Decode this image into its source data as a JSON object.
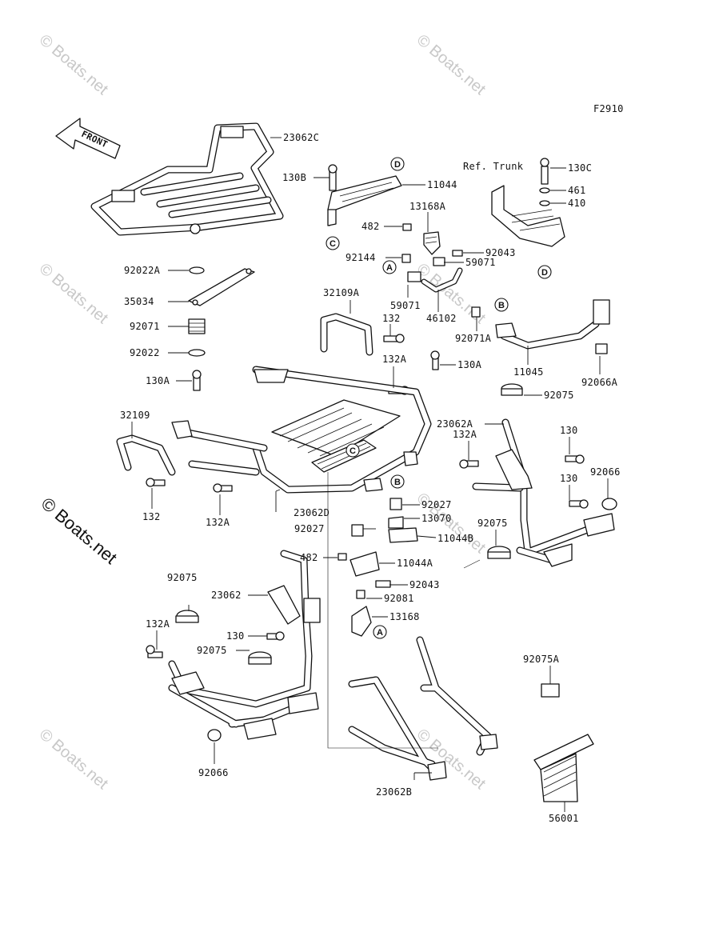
{
  "figure_code": "F2910",
  "front_arrow": "FRONT",
  "ref_trunk": "Ref. Trunk",
  "watermark": "© Boats.net",
  "parts": [
    {
      "id": "p23062C",
      "label": "23062C"
    },
    {
      "id": "p130B",
      "label": "130B"
    },
    {
      "id": "p11044",
      "label": "11044"
    },
    {
      "id": "p130C",
      "label": "130C"
    },
    {
      "id": "p461",
      "label": "461"
    },
    {
      "id": "p410",
      "label": "410"
    },
    {
      "id": "p13168A",
      "label": "13168A"
    },
    {
      "id": "p482a",
      "label": "482"
    },
    {
      "id": "p92043a",
      "label": "92043"
    },
    {
      "id": "p92144",
      "label": "92144"
    },
    {
      "id": "p59071a",
      "label": "59071"
    },
    {
      "id": "p92022A",
      "label": "92022A"
    },
    {
      "id": "p35034",
      "label": "35034"
    },
    {
      "id": "p32109A",
      "label": "32109A"
    },
    {
      "id": "p59071b",
      "label": "59071"
    },
    {
      "id": "p46102",
      "label": "46102"
    },
    {
      "id": "p92071",
      "label": "92071"
    },
    {
      "id": "p132a",
      "label": "132"
    },
    {
      "id": "p92071A",
      "label": "92071A"
    },
    {
      "id": "p92022",
      "label": "92022"
    },
    {
      "id": "p11045",
      "label": "11045"
    },
    {
      "id": "p132Aa",
      "label": "132A"
    },
    {
      "id": "p130Aa",
      "label": "130A"
    },
    {
      "id": "p92066A",
      "label": "92066A"
    },
    {
      "id": "p130Ab",
      "label": "130A"
    },
    {
      "id": "p92075a",
      "label": "92075"
    },
    {
      "id": "p32109",
      "label": "32109"
    },
    {
      "id": "p23062A",
      "label": "23062A"
    },
    {
      "id": "p132Ab",
      "label": "132A"
    },
    {
      "id": "p130a",
      "label": "130"
    },
    {
      "id": "p130b",
      "label": "130"
    },
    {
      "id": "p92066a",
      "label": "92066"
    },
    {
      "id": "p132b",
      "label": "132"
    },
    {
      "id": "p132Ac",
      "label": "132A"
    },
    {
      "id": "p23062D",
      "label": "23062D"
    },
    {
      "id": "p92027a",
      "label": "92027"
    },
    {
      "id": "p13070",
      "label": "13070"
    },
    {
      "id": "p92027b",
      "label": "92027"
    },
    {
      "id": "p11044B",
      "label": "11044B"
    },
    {
      "id": "p92075b",
      "label": "92075"
    },
    {
      "id": "p482b",
      "label": "482"
    },
    {
      "id": "p11044A",
      "label": "11044A"
    },
    {
      "id": "p92075c",
      "label": "92075"
    },
    {
      "id": "p92043b",
      "label": "92043"
    },
    {
      "id": "p23062",
      "label": "23062"
    },
    {
      "id": "p92081",
      "label": "92081"
    },
    {
      "id": "p13168",
      "label": "13168"
    },
    {
      "id": "p132Ad",
      "label": "132A"
    },
    {
      "id": "p130c",
      "label": "130"
    },
    {
      "id": "p92075d",
      "label": "92075"
    },
    {
      "id": "p92075A",
      "label": "92075A"
    },
    {
      "id": "p92066b",
      "label": "92066"
    },
    {
      "id": "p23062B",
      "label": "23062B"
    },
    {
      "id": "p56001",
      "label": "56001"
    }
  ],
  "refs": [
    {
      "id": "refD1",
      "letter": "D"
    },
    {
      "id": "refC1",
      "letter": "C"
    },
    {
      "id": "refA1",
      "letter": "A"
    },
    {
      "id": "refD2",
      "letter": "D"
    },
    {
      "id": "refB1",
      "letter": "B"
    },
    {
      "id": "refC2",
      "letter": "C"
    },
    {
      "id": "refB2",
      "letter": "B"
    },
    {
      "id": "refA2",
      "letter": "A"
    }
  ]
}
